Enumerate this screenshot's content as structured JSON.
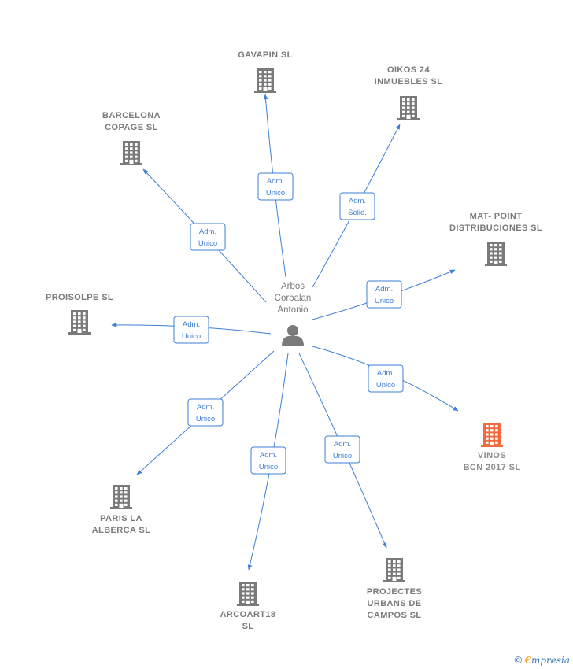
{
  "center": {
    "name": [
      "Arbos",
      "Corbalan",
      "Antonio"
    ],
    "icon": "person-icon"
  },
  "nodes": [
    {
      "id": "gavapin",
      "lines": [
        "GAVAPIN SL"
      ],
      "highlight": false,
      "icon": "building-icon"
    },
    {
      "id": "oikos",
      "lines": [
        "OIKOS 24",
        "INMUEBLES SL"
      ],
      "highlight": false,
      "icon": "building-icon"
    },
    {
      "id": "barcelona",
      "lines": [
        "BARCELONA",
        "COPAGE  SL"
      ],
      "highlight": false,
      "icon": "building-icon"
    },
    {
      "id": "matpoint",
      "lines": [
        "MAT- POINT",
        "DISTRIBUCIONES SL"
      ],
      "highlight": false,
      "icon": "building-icon"
    },
    {
      "id": "proisolpe",
      "lines": [
        "PROISOLPE SL"
      ],
      "highlight": false,
      "icon": "building-icon"
    },
    {
      "id": "vinos",
      "lines": [
        "VINOS",
        "BCN 2017  SL"
      ],
      "highlight": true,
      "icon": "building-icon"
    },
    {
      "id": "paris",
      "lines": [
        "PARIS LA",
        "ALBERCA SL"
      ],
      "highlight": false,
      "icon": "building-icon"
    },
    {
      "id": "projectes",
      "lines": [
        "PROJECTES",
        "URBANS DE",
        "CAMPOS SL"
      ],
      "highlight": false,
      "icon": "building-icon"
    },
    {
      "id": "arcoart",
      "lines": [
        "ARCOART18",
        "SL"
      ],
      "highlight": false,
      "icon": "building-icon"
    }
  ],
  "edges": [
    {
      "to": "gavapin",
      "lines": [
        "Adm.",
        "Unico"
      ]
    },
    {
      "to": "oikos",
      "lines": [
        "Adm.",
        "Solid."
      ]
    },
    {
      "to": "barcelona",
      "lines": [
        "Adm.",
        "Unico"
      ]
    },
    {
      "to": "matpoint",
      "lines": [
        "Adm.",
        "Unico"
      ]
    },
    {
      "to": "proisolpe",
      "lines": [
        "Adm.",
        "Unico"
      ]
    },
    {
      "to": "vinos",
      "lines": [
        "Adm.",
        "Unico"
      ]
    },
    {
      "to": "paris",
      "lines": [
        "Adm.",
        "Unico"
      ]
    },
    {
      "to": "projectes",
      "lines": [
        "Adm.",
        "Unico"
      ]
    },
    {
      "to": "arcoart",
      "lines": [
        "Adm.",
        "Unico"
      ]
    }
  ],
  "colors": {
    "edge": "#3e7fd6",
    "node": "#7a7a7a",
    "highlight": "#f26a3d",
    "text": "#7a7a7a"
  },
  "footer": {
    "copyright": "©",
    "brand_initial": "€",
    "brand_rest": "mpresia"
  }
}
